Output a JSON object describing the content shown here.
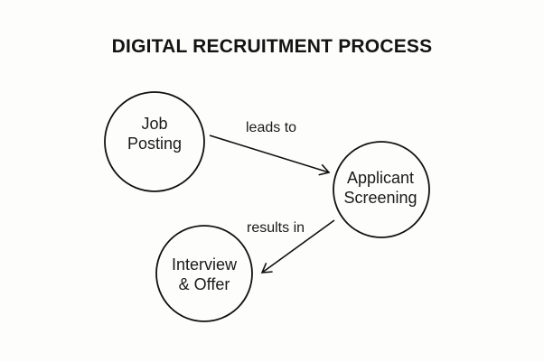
{
  "title": "DIGITAL RECRUITMENT PROCESS",
  "nodes": [
    {
      "id": "job-posting",
      "line1": "Job",
      "line2": "Posting"
    },
    {
      "id": "applicant-screening",
      "line1": "Applicant",
      "line2": "Screening"
    },
    {
      "id": "interview-offer",
      "line1": "Interview",
      "line2": "& Offer"
    }
  ],
  "edges": [
    {
      "from": "job-posting",
      "to": "applicant-screening",
      "label": "leads to"
    },
    {
      "from": "applicant-screening",
      "to": "interview-offer",
      "label": "results in"
    }
  ],
  "colors": {
    "stroke": "#111111",
    "background": "#fdfdfc"
  }
}
